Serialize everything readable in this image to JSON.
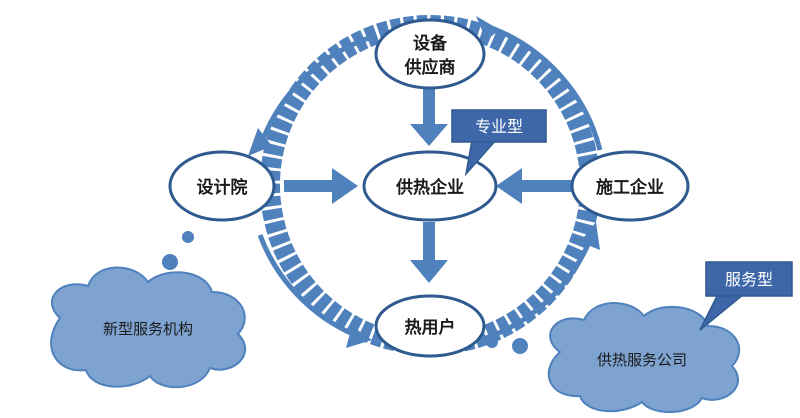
{
  "nodes": {
    "supplier_line1": "设备",
    "supplier_line2": "供应商",
    "designer": "设计院",
    "heating_enterprise": "供热企业",
    "construction": "施工企业",
    "heat_user": "热用户"
  },
  "callouts": {
    "professional_type": "专业型",
    "service_type": "服务型"
  },
  "clouds": {
    "new_service_org": "新型服务机构",
    "heating_service_company": "供热服务公司"
  },
  "colors": {
    "blue": "#4F81BD",
    "blue_dark": "#3A6AA5",
    "node_border": "#2E5A8F",
    "cloud": "#7EA3D1",
    "callout": "#3D67A8",
    "text_dark": "#1A1A1A"
  }
}
